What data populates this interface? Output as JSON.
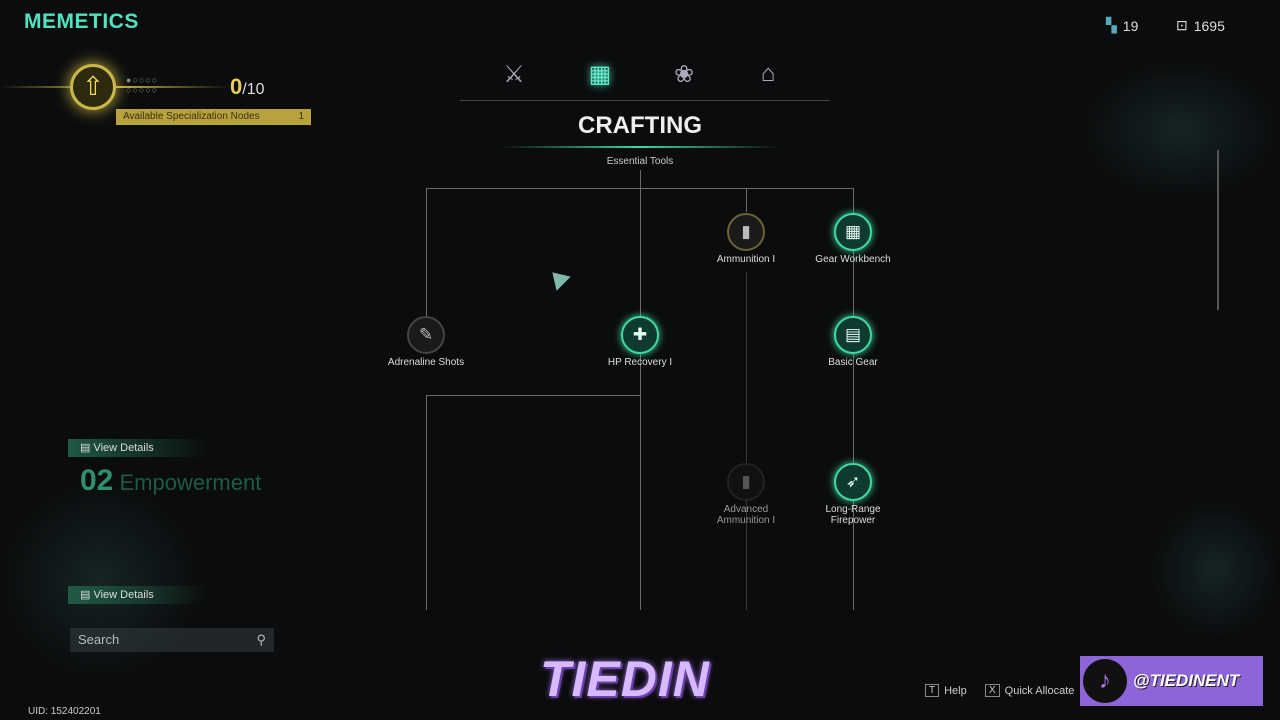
{
  "header": {
    "title": "MEMETICS",
    "progress_current": "0",
    "progress_max": "/10",
    "available_label": "Available Specialization Nodes",
    "available_count": "1"
  },
  "resources": [
    {
      "icon": "crystal-icon",
      "value": "19"
    },
    {
      "icon": "energy-box-icon",
      "value": "1695"
    }
  ],
  "tabs": [
    {
      "icon": "combat-icon",
      "active": false
    },
    {
      "icon": "crafting-bench-icon",
      "active": true
    },
    {
      "icon": "plant-icon",
      "active": false
    },
    {
      "icon": "house-icon",
      "active": false
    }
  ],
  "section": {
    "title": "CRAFTING",
    "subtitle": "Essential Tools"
  },
  "nodes": [
    {
      "label": "Ammunition I",
      "state": "available"
    },
    {
      "label": "Gear Workbench",
      "state": "unlocked"
    },
    {
      "label": "Adrenaline Shots",
      "state": "available"
    },
    {
      "label": "HP Recovery I",
      "state": "unlocked"
    },
    {
      "label": "Basic Gear",
      "state": "unlocked"
    },
    {
      "label": "Advanced Ammunition I",
      "state": "locked"
    },
    {
      "label": "Long-Range Firepower",
      "state": "unlocked"
    }
  ],
  "left": {
    "view_details": "View Details",
    "view_details_2": "View Details",
    "chapter_number": "02",
    "chapter_name": "Empowerment",
    "search_placeholder": "Search",
    "uid": "UID: 152402201"
  },
  "footer": {
    "help_key": "T",
    "help_label": "Help",
    "quick_key": "X",
    "quick_label": "Quick Allocate"
  },
  "overlay": {
    "watermark": "TIEDIN",
    "handle": "@TIEDINENT"
  },
  "colors": {
    "accent": "#3fd9a2",
    "gold": "#c9b847",
    "tiktok": "#8e65d8"
  }
}
